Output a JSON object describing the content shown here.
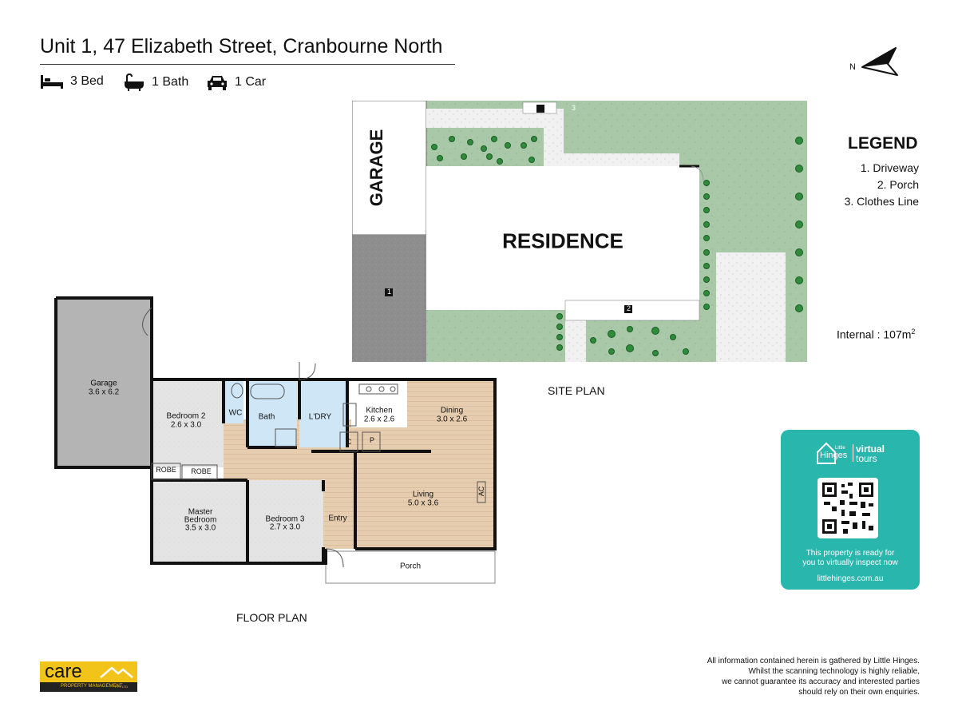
{
  "header": {
    "address": "Unit 1, 47 Elizabeth Street, Cranbourne North",
    "features": [
      {
        "icon": "bed-icon",
        "label": "3 Bed"
      },
      {
        "icon": "bath-icon",
        "label": "1 Bath"
      },
      {
        "icon": "car-icon",
        "label": "1 Car"
      }
    ]
  },
  "compass": {
    "label": "N"
  },
  "site_plan": {
    "label": "SITE PLAN",
    "garage": "GARAGE",
    "residence": "RESIDENCE",
    "markers": [
      "1",
      "2",
      "3"
    ]
  },
  "legend": {
    "title": "LEGEND",
    "items": [
      "1. Driveway",
      "2. Porch",
      "3. Clothes Line"
    ],
    "internal_label": "Internal  : 107m",
    "internal_sup": "2"
  },
  "floor_plan": {
    "label": "FLOOR PLAN",
    "rooms": {
      "garage": {
        "name": "Garage",
        "size": "3.6 x 6.2"
      },
      "bedroom2": {
        "name": "Bedroom 2",
        "size": "2.6 x 3.0"
      },
      "wc": "WC",
      "bath": "Bath",
      "laundry": "L'DRY",
      "kitchen": {
        "name": "Kitchen",
        "size": "2.6 x 2.6"
      },
      "dining": {
        "name": "Dining",
        "size": "3.0 x 2.6"
      },
      "c": "C",
      "p": "P",
      "robe1": "ROBE",
      "robe2": "ROBE",
      "living": {
        "name": "Living",
        "size": "5.0 x 3.6"
      },
      "ac": "AC",
      "master": {
        "name1": "Master",
        "name2": "Bedroom",
        "size": "3.5 x 3.0"
      },
      "bedroom3": {
        "name": "Bedroom 3",
        "size": "2.7 x 3.0"
      },
      "entry": "Entry",
      "porch": "Porch"
    }
  },
  "virtual_tour": {
    "brand_small": "Little",
    "brand_name": "Hinges",
    "brand_word1": "virtual",
    "brand_word2": "tours",
    "message_line1": "This property is ready for",
    "message_line2": "you to virtually inspect now",
    "url": "littlehinges.com.au"
  },
  "disclaimer": {
    "lines": [
      "All information contained herein is gathered by Little Hinges.",
      "Whilst the scanning technology is highly reliable,",
      "we cannot guarantee its accuracy and interested parties",
      "should rely on their own enquiries."
    ]
  },
  "agency_logo": {
    "name": "care",
    "tagline": "PROPERTY MANAGEMENT",
    "suffix": "PTY LTD"
  },
  "colors": {
    "lawn": "#a8c8a8",
    "garage_floor": "#b4b4b4",
    "driveway": "#8e8e8e",
    "wet_area": "#cfe6f7",
    "timber": "#e6cdb0",
    "tour_card": "#29b6ac",
    "logo_yellow": "#f2c318"
  }
}
